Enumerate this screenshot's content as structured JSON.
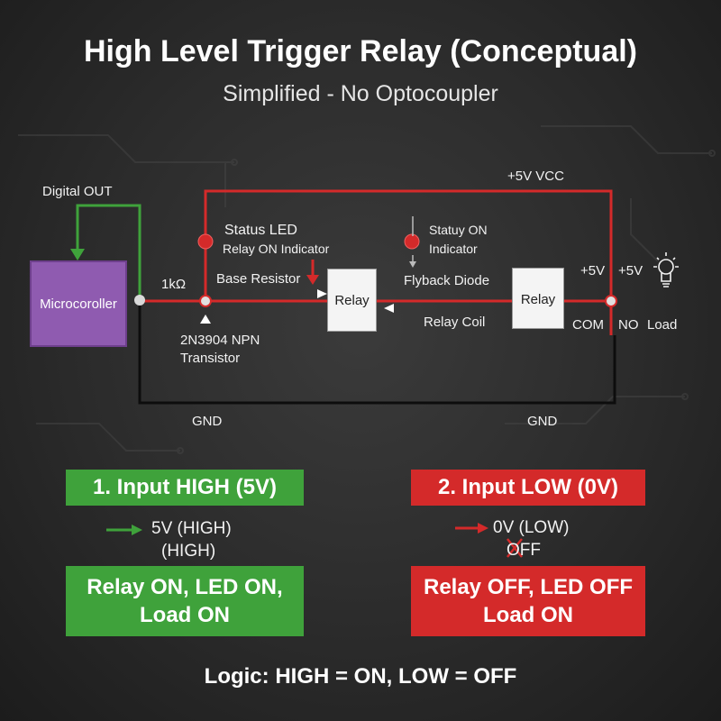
{
  "title": "High Level Trigger Relay (Conceptual)",
  "subtitle": "Simplified - No Optocoupler",
  "colors": {
    "wire_red": "#d42a2a",
    "wire_green": "#3fa23b",
    "wire_black": "#0d0d0d",
    "mcu_purple": "#8f5bb0",
    "on_green": "#3fa23b",
    "off_red": "#d42a2a"
  },
  "circuit": {
    "digital_out": "Digital OUT",
    "vcc": "+5V VCC",
    "microcontroller": "Microcoroller",
    "resistor_value": "1kΩ",
    "status_led": "Status LED",
    "relay_on_indicator": "Relay ON Indicator",
    "base_resistor": "Base Resistor",
    "transistor_line1": "2N3904 NPN",
    "transistor_line2": "Transistor",
    "relay_1": "Relay",
    "relay_2": "Relay",
    "status_on_line1": "Statuy ON",
    "status_on_line2": "Indicator",
    "flyback_diode": "Flyback Diode",
    "relay_coil": "Relay Coil",
    "plus5v_a": "+5V",
    "plus5v_b": "+5V",
    "com": "COM",
    "no": "NO",
    "load": "Load",
    "gnd_left": "GND",
    "gnd_right": "GND",
    "icons": [
      "lightbulb-icon",
      "led-indicator-icon",
      "arrow-icon"
    ]
  },
  "states": {
    "high": {
      "heading": "1. Input HIGH (5V)",
      "line1": "5V (HIGH)",
      "line2": "(HIGH)",
      "result": "Relay ON, LED ON, Load ON"
    },
    "low": {
      "heading": "2. Input LOW (0V)",
      "line1": "0V (LOW)",
      "line2": "OFF",
      "result": "Relay OFF, LED OFF Load ON"
    }
  },
  "logic": "Logic: HIGH = ON, LOW = OFF"
}
